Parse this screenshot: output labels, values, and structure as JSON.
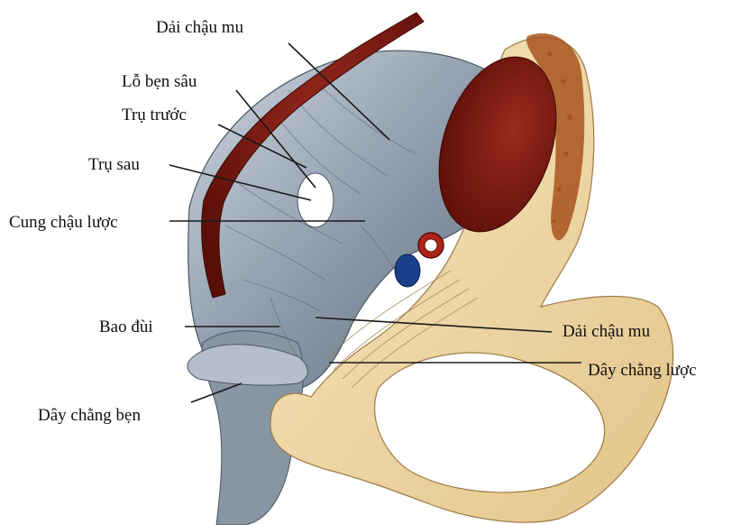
{
  "labels": {
    "dai_chau_mu_top": "Dải chậu mu",
    "lo_ben_sau": "Lỗ bẹn sâu",
    "tru_truoc": "Trụ trước",
    "tru_sau": "Trụ sau",
    "cung_chau_luoc": "Cung chậu lược",
    "bao_dui": "Bao đùi",
    "dai_chau_mu_right": "Dải chậu mu",
    "day_chang_luoc": "Dây chằng lược",
    "day_chang_ben": "Dây chằng bẹn"
  },
  "colors": {
    "muscle": "#7a1a12",
    "fascia": "#9aa6b4",
    "bone": "#f1d9a6",
    "marrow": "#a8541e",
    "artery": "#b02318",
    "vein": "#1b3f8a"
  }
}
